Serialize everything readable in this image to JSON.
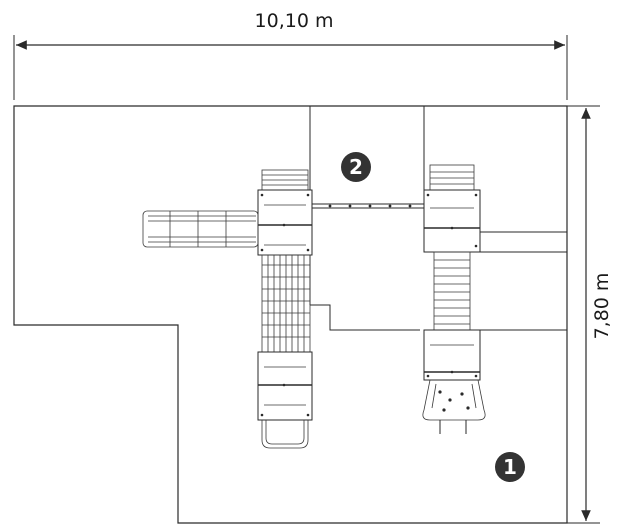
{
  "dimensions": {
    "width_label": "10,10 m",
    "height_label": "7,80 m"
  },
  "markers": [
    {
      "label": "1",
      "zone": "safety-zone-main"
    },
    {
      "label": "2",
      "zone": "safety-zone-upper"
    }
  ]
}
